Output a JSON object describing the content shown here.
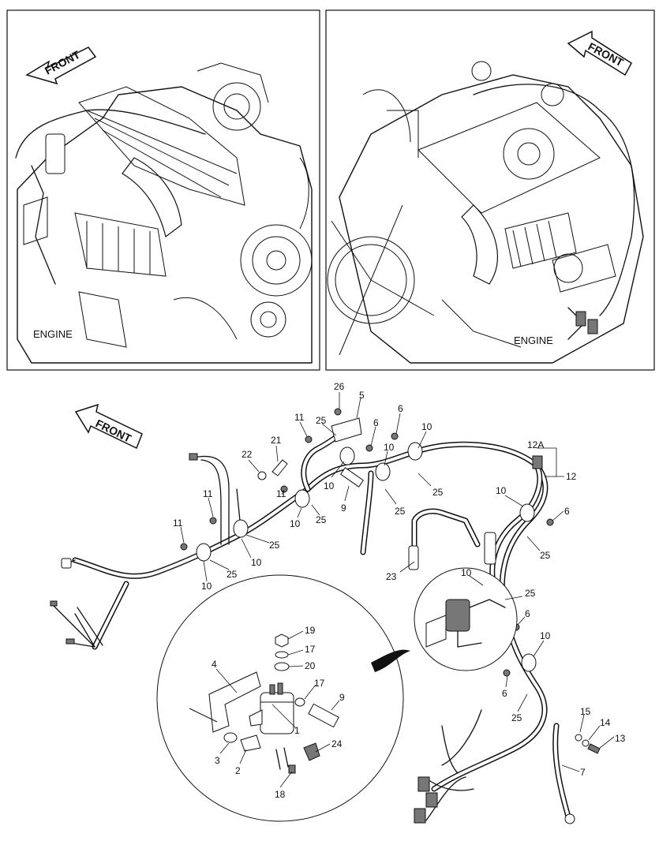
{
  "views": [
    {
      "id": "left",
      "caption": "ENGINE",
      "arrow": "FRONT"
    },
    {
      "id": "right",
      "caption": "ENGINE",
      "arrow": "FRONT"
    }
  ],
  "harness_arrow": "FRONT",
  "callouts": [
    "26",
    "5",
    "6",
    "6",
    "10",
    "11",
    "25",
    "21",
    "22",
    "10",
    "10",
    "11",
    "11",
    "25",
    "9",
    "25",
    "25",
    "11",
    "10",
    "25",
    "10",
    "25",
    "10",
    "12A",
    "12",
    "10",
    "6",
    "25",
    "23",
    "10",
    "25",
    "6",
    "10",
    "6",
    "25",
    "15",
    "14",
    "13",
    "7",
    "19",
    "17",
    "20",
    "4",
    "17",
    "9",
    "1",
    "3",
    "2",
    "24",
    "18"
  ]
}
